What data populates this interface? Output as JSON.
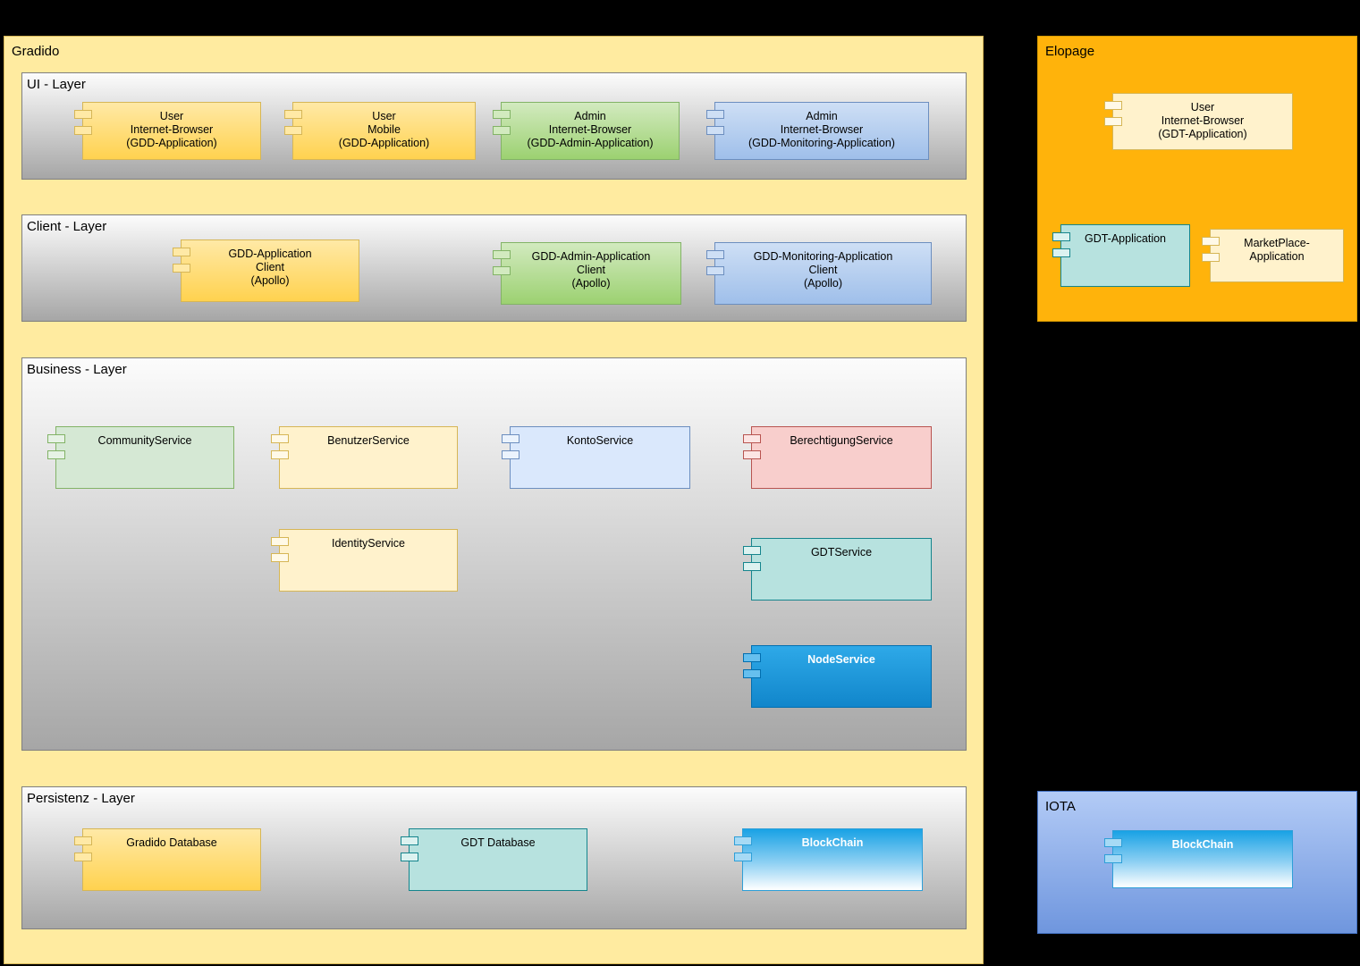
{
  "palette": {
    "background": "#000000",
    "gradido_fill": "#FFEBA0",
    "gradido_border": "#D6B656",
    "elopage_fill": "#FFB30B",
    "iota_fill_top": "#B3CBF6",
    "iota_fill_bottom": "#6F96DE",
    "layer_gradient_top": "#FCFCFC",
    "layer_gradient_bottom": "#A6A6A6",
    "yellow": "#FFD966",
    "light_yellow": "#FFF2CC",
    "green": "#9CD171",
    "light_green": "#D5E8D4",
    "blue": "#9FBFEA",
    "light_blue": "#DAE8FC",
    "pink": "#F8CECC",
    "teal": "#B7E2DF",
    "strong_blue": "#1BA1E2"
  },
  "gradido": {
    "title": "Gradido",
    "layers": {
      "ui": {
        "title": "UI - Layer",
        "components": [
          {
            "label": "User\nInternet-Browser\n(GDD-Application)"
          },
          {
            "label": "User\nMobile\n(GDD-Application)"
          },
          {
            "label": "Admin\nInternet-Browser\n(GDD-Admin-Application)"
          },
          {
            "label": "Admin\nInternet-Browser\n(GDD-Monitoring-Application)"
          }
        ]
      },
      "client": {
        "title": "Client - Layer",
        "components": [
          {
            "label": "GDD-Application\nClient\n(Apollo)"
          },
          {
            "label": "GDD-Admin-Application\nClient\n(Apollo)"
          },
          {
            "label": "GDD-Monitoring-Application\nClient\n(Apollo)"
          }
        ]
      },
      "business": {
        "title": "Business - Layer",
        "components": [
          {
            "label": "CommunityService"
          },
          {
            "label": "BenutzerService"
          },
          {
            "label": "KontoService"
          },
          {
            "label": "BerechtigungService"
          },
          {
            "label": "IdentityService"
          },
          {
            "label": "GDTService"
          },
          {
            "label": "NodeService"
          }
        ]
      },
      "persistenz": {
        "title": "Persistenz - Layer",
        "components": [
          {
            "label": "Gradido Database"
          },
          {
            "label": "GDT Database"
          },
          {
            "label": "BlockChain"
          }
        ]
      }
    }
  },
  "elopage": {
    "title": "Elopage",
    "components": [
      {
        "label": "User\nInternet-Browser\n(GDT-Application)"
      },
      {
        "label": "GDT-Application"
      },
      {
        "label": "MarketPlace-\nApplication"
      }
    ]
  },
  "iota": {
    "title": "IOTA",
    "components": [
      {
        "label": "BlockChain"
      }
    ]
  }
}
